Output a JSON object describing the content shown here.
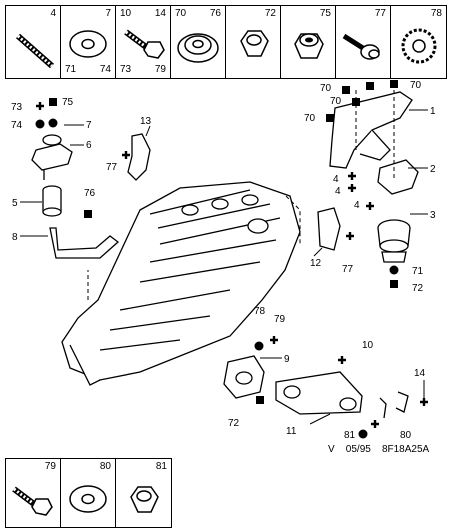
{
  "top_parts": {
    "c1": {
      "a": "4"
    },
    "c2": {
      "a": "7",
      "b": "71",
      "c": "74"
    },
    "c3": {
      "a": "10",
      "b": "14",
      "c": "73",
      "d": "79"
    },
    "c4": {
      "a": "70",
      "b": "76"
    },
    "c5": {
      "a": "72"
    },
    "c6": {
      "a": "75"
    },
    "c7": {
      "a": "77"
    },
    "c8": {
      "a": "78"
    }
  },
  "bottom_parts": {
    "c1": {
      "a": "79"
    },
    "c2": {
      "a": "80"
    },
    "c3": {
      "a": "81"
    }
  },
  "callouts": {
    "n1": "1",
    "n2": "2",
    "n3": "3",
    "n4a": "4",
    "n4b": "4",
    "n4c": "4",
    "n5": "5",
    "n6": "6",
    "n7": "7",
    "n8": "8",
    "n9": "9",
    "n10": "10",
    "n11": "11",
    "n12": "12",
    "n13": "13",
    "n14": "14",
    "n70a": "70",
    "n70b": "70",
    "n70c": "70",
    "n70d": "70",
    "n71": "71",
    "n72a": "72",
    "n72b": "72",
    "n73": "73",
    "n74": "74",
    "n75": "75",
    "n76": "76",
    "n77a": "77",
    "n77b": "77",
    "n78": "78",
    "n79": "79",
    "n80": "80",
    "n81": "81"
  },
  "footer": {
    "version": "V",
    "date": "05/95",
    "ref": "8F18A25A"
  }
}
